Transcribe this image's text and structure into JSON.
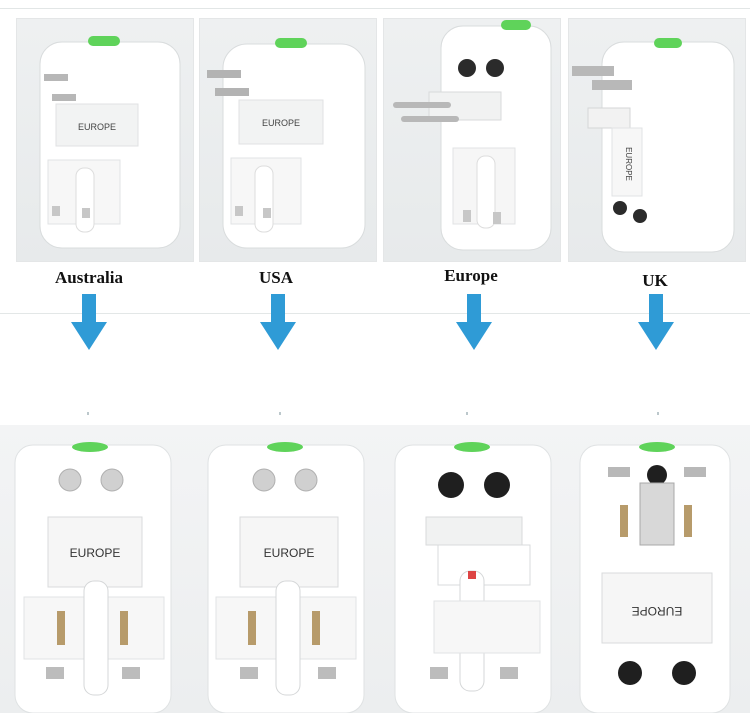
{
  "top_labels": [
    "Australia",
    "USA",
    "Europe",
    "UK"
  ],
  "adapter_text": "EUROPE",
  "colors": {
    "arrow": "#2f9bd6",
    "accent_green": "#5fd35a",
    "adapter_white": "#ffffff",
    "background": "#eef0f1"
  },
  "icons": [
    "down-arrow-icon"
  ]
}
